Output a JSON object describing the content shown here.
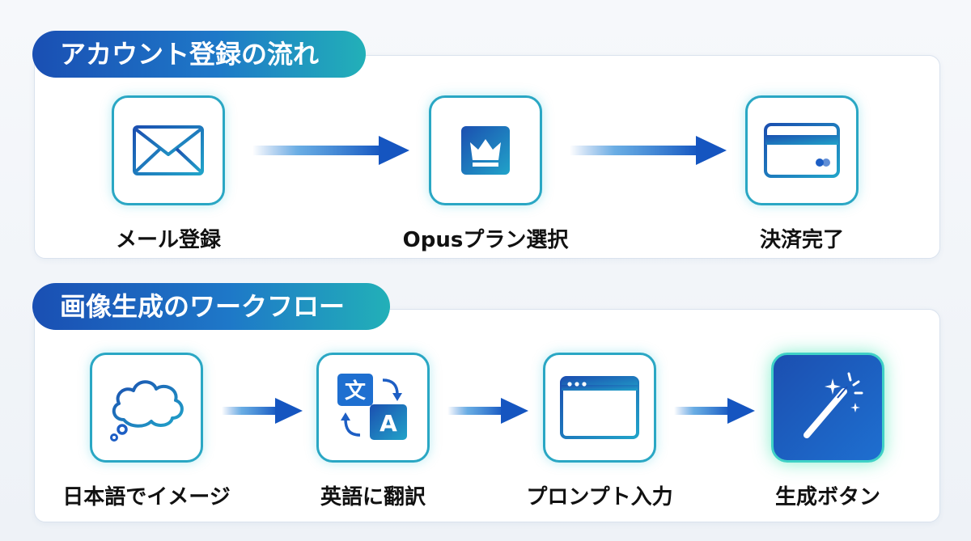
{
  "sections": [
    {
      "title": "アカウント登録の流れ",
      "steps": [
        {
          "label": "メール登録",
          "icon": "mail-icon"
        },
        {
          "label": "Opusプラン選択",
          "icon": "chip-crown-icon"
        },
        {
          "label": "決済完了",
          "icon": "credit-card-icon"
        }
      ]
    },
    {
      "title": "画像生成のワークフロー",
      "steps": [
        {
          "label": "日本語でイメージ",
          "icon": "thought-bubble-icon"
        },
        {
          "label": "英語に翻訳",
          "icon": "translate-icon"
        },
        {
          "label": "プロンプト入力",
          "icon": "browser-window-icon"
        },
        {
          "label": "生成ボタン",
          "icon": "magic-wand-icon"
        }
      ]
    }
  ],
  "icon_glyphs": {
    "translate_ja": "文",
    "translate_en": "A"
  },
  "colors": {
    "primary": "#1a4fb3",
    "accent": "#22b0b8",
    "icon_stroke": "#1d5ec4"
  }
}
